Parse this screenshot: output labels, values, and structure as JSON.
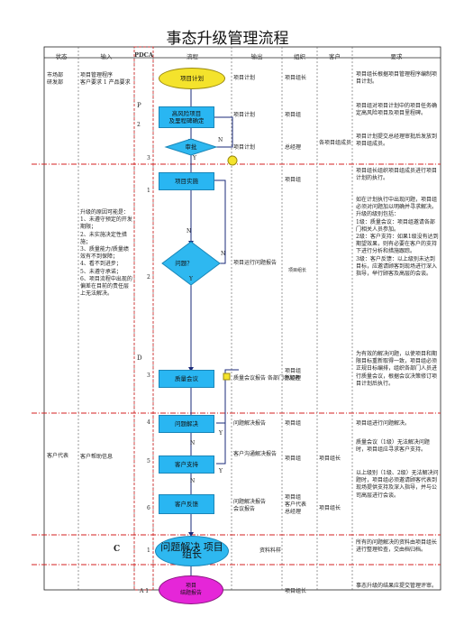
{
  "title": "事态升级管理流程",
  "headers": {
    "process": "状态",
    "input": "输入",
    "pdca": "PDCA",
    "flow": "流程",
    "output": "输出",
    "org": "组织",
    "customer": "客户",
    "require": "要求"
  },
  "left_dept": "市场部\n研发部",
  "left_client": "客户代表",
  "input1": "项目管理程序\n客户要求 1 产品要求",
  "input2": "升级的原因可能是：\n1、未遵守预定的开发期限；\n2、未实施决定性措施；\n3、质量能力/质量绩效有不到保障；\n4、看不到进步；\n5、未遵守承诺；\n6、项目流程中出现的偏差在目前的责任层上无法解决。",
  "input3": "客户帮助信息",
  "pdca": {
    "p": "P",
    "p2": "2",
    "p3": "3",
    "d": "D",
    "d1": "1",
    "d2": "2",
    "d3": "3",
    "d4": "4",
    "d5": "5",
    "d6": "6",
    "c": "C",
    "c1": "1",
    "a": "A 1"
  },
  "flow": {
    "start": "项目计划",
    "risk": "高风险项目\n及里程碑确定",
    "approve": "审批",
    "impl": "项目实施",
    "issue": "问题？",
    "review": "质量会议",
    "solve": "问题解决",
    "support": "客户支持",
    "feedback": "客户反馈",
    "close": "问题解决  项目组长",
    "end": "项目\n结题报告",
    "n": "N",
    "y": "Y"
  },
  "outputs": [
    "项目计划",
    "项目计划",
    "项目计划",
    "项目运行问题报告",
    "质量会议报告 各部门参加者",
    "问题解决报告",
    "客户沟通解决报告",
    "问题解决报告\n会议报告",
    "资料料样"
  ],
  "orgs": [
    "项目组长",
    "项目组",
    "总经理",
    "项目组",
    "项目组长",
    "项目组\n总经理",
    "项目组",
    "项目组",
    "项目组\n客户代表\n总经理",
    "项目组长"
  ],
  "customers": [
    "各项目组成员",
    "项目组长",
    "项目组长"
  ],
  "requires": [
    "项目组长根据项目管理程序编制项目计划。",
    "项目组对项目计划中的项目任务确定高风险项目及项目里程碑。",
    "项目计划提交总经理审批后发放到项目组成员。",
    "项目组长组织项目组成员进行项目计划的执行。",
    "如在计划执行中出现问题，项目组必须对问题加以明确并寻求解决。升级的级别包括：\n1级：质量会议：项目组邀请各部门相关人员参加。\n2级：客户支持：如果1级没有达到期望效果，则有必要在客户的支持下进行分析和措施跟踪。\n3级：客户反馈：以上级别未达到目标，应邀请顾客到现场进行深入指导，举行顾客及高层的会谈。",
    "为有效的解决问题，以使项目和期限目标重新取得一致，项目组必须正规日标编排，组织各部门人员进行质量会议，根据会议决策修订项目计划后执行。",
    "项目组进行问题解决。",
    "质量会议（1级）无法解决问题时，项目组应寻求客户支持。",
    "以上级别（1级、2级）无法解决问题时，项目组必须邀请顾客代表到现场提供支持及深入指导，并与公司高层进行会谈。",
    "所有的问题解决的资料由项目组长进行整理检查，交由档归档。",
    "事态升级的结果应提交管理评审。"
  ]
}
